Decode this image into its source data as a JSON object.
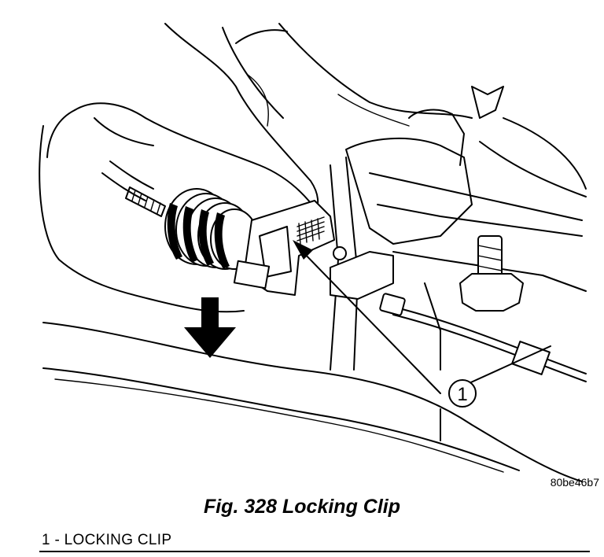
{
  "figure": {
    "code": "80be46b7",
    "callout_number": "1",
    "caption": "Fig. 328 Locking Clip",
    "legend": "1 - LOCKING CLIP"
  }
}
